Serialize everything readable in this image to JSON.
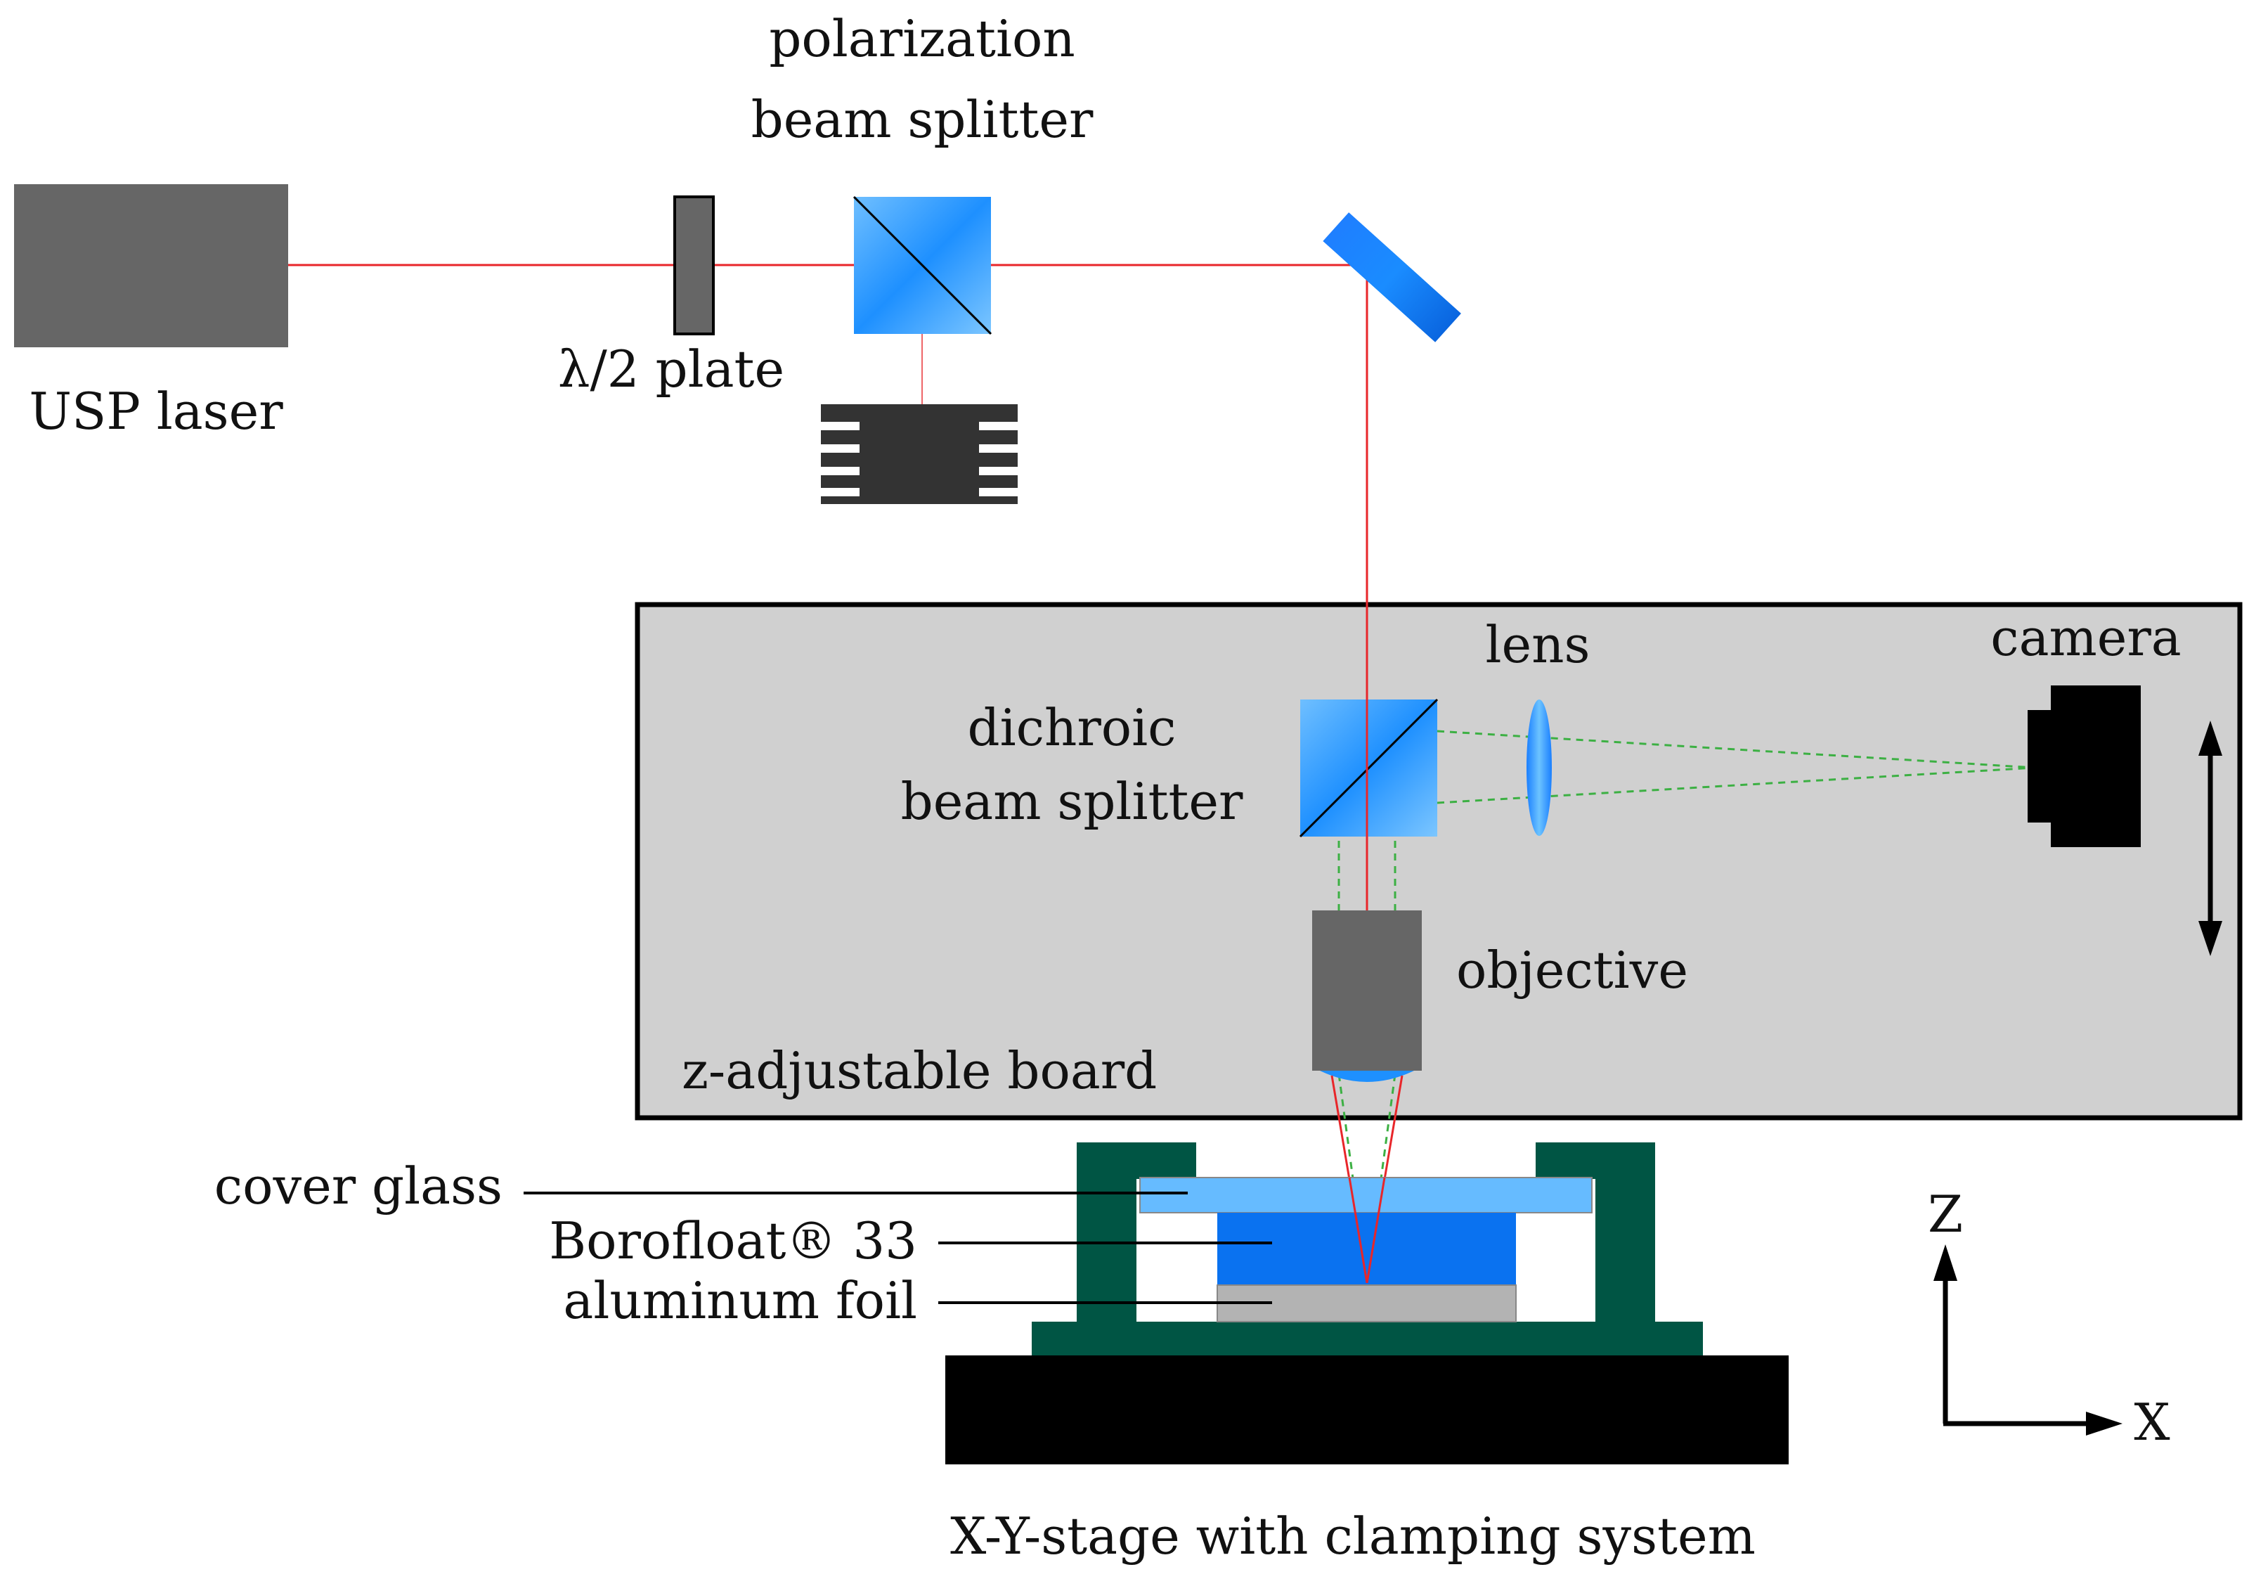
{
  "labels": {
    "usp_laser": "USP laser",
    "half_wave_plate": "λ/2 plate",
    "pbs_line1": "polarization",
    "pbs_line2": "beam splitter",
    "dichroic_line1": "dichroic",
    "dichroic_line2": "beam splitter",
    "lens": "lens",
    "camera": "camera",
    "objective": "objective",
    "board": "z-adjustable board",
    "cover_glass": "cover glass",
    "borofloat": "Borofloat® 33",
    "aluminum_foil": "aluminum foil",
    "stage": "X-Y-stage with clamping system",
    "axis_z": "Z",
    "axis_x": "X"
  },
  "colors": {
    "laser_beam": "#e8262a",
    "imaging_path": "#3cb043",
    "optic_blue": "#1e90ff",
    "optic_blue_light": "#6fbfff",
    "cover_glass": "#66bbff",
    "borofloat": "#0a72f0",
    "aluminum_foil": "#b3b3b3",
    "laser_body": "#666666",
    "objective_body": "#666666",
    "beam_dump": "#333333",
    "board_fill": "#d0d0d0",
    "clamp": "#005544",
    "stage": "#000000"
  },
  "icons": {
    "beam_dump": "beam-dump-icon",
    "mirror": "mirror-icon",
    "camera": "camera-icon",
    "z_motion": "double-arrow-icon"
  }
}
